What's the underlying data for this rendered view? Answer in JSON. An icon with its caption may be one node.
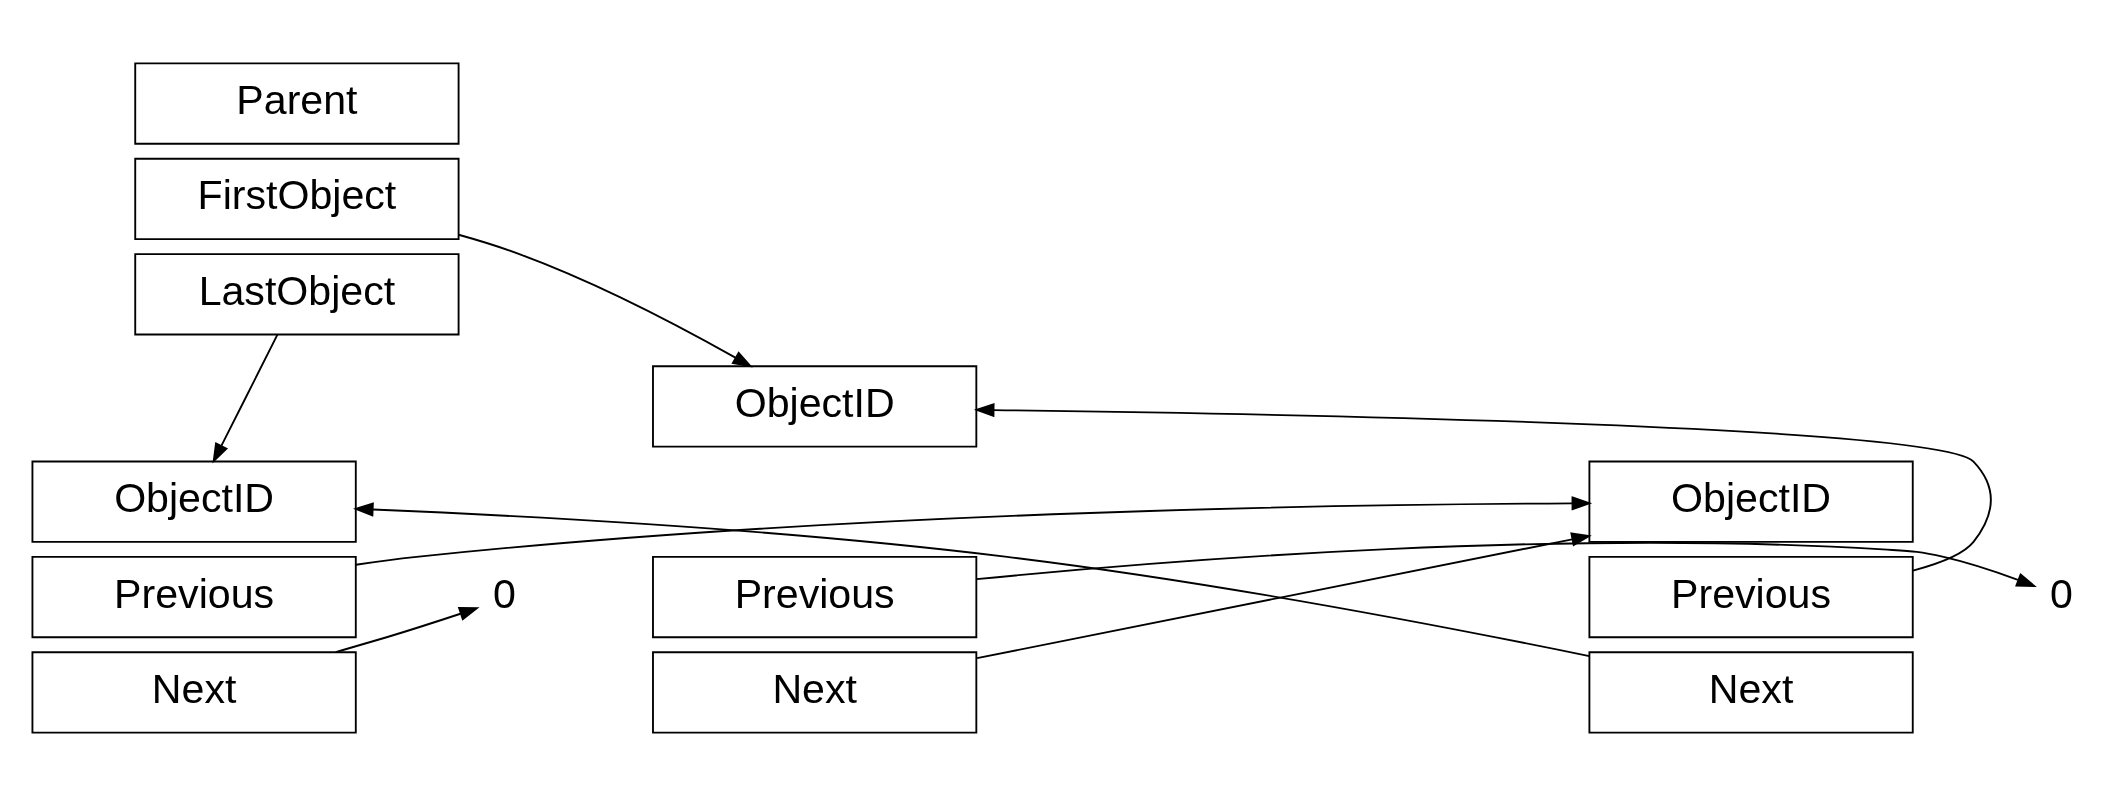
{
  "diagram": {
    "nodes": [
      {
        "text": [
          "Parent"
        ]
      },
      {
        "text": [
          "FirstObject"
        ]
      },
      {
        "text": [
          "LastObject"
        ]
      },
      {
        "text": [
          "ObjectID"
        ]
      },
      {
        "text": [
          "Previous"
        ]
      },
      {
        "text": [
          "Next"
        ]
      },
      {
        "text": [
          "ObjectID"
        ]
      },
      {
        "text": [
          "Previous"
        ]
      },
      {
        "text": [
          "Next"
        ]
      },
      {
        "text": [
          "ObjectID"
        ]
      },
      {
        "text": [
          "Previous"
        ]
      },
      {
        "text": [
          "Next"
        ]
      },
      {
        "text": [
          "0"
        ]
      },
      {
        "text": [
          "0"
        ]
      }
    ],
    "edges": [
      {
        "from": 1,
        "to": 3,
        "arrow": "to"
      },
      {
        "from": 2,
        "to": 9,
        "arrow": "to"
      },
      {
        "from": 7,
        "to": 3,
        "arrow": "to"
      },
      {
        "from": 5,
        "to": 6,
        "arrow": "to"
      },
      {
        "from": 10,
        "to": 6,
        "arrow": "to"
      },
      {
        "from": 8,
        "to": 9,
        "arrow": "to"
      },
      {
        "from": 4,
        "to": 12,
        "arrow": "to"
      },
      {
        "from": 11,
        "to": 13,
        "arrow": "to"
      }
    ]
  }
}
